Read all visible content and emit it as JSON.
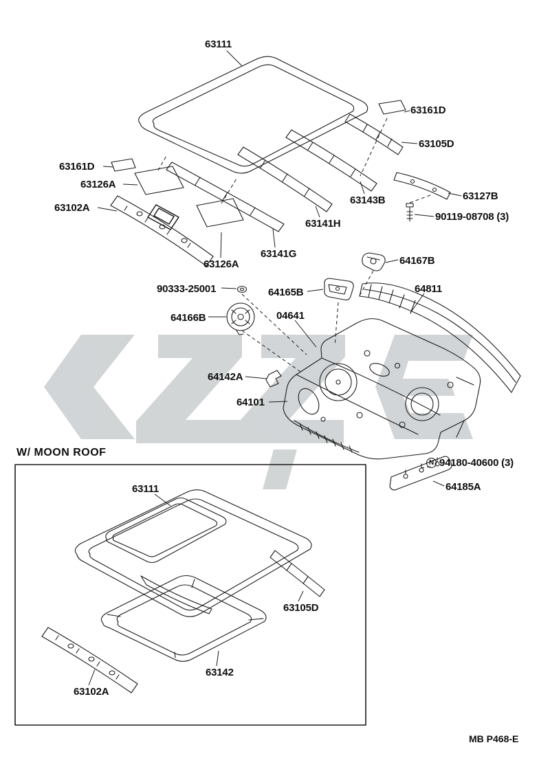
{
  "page": {
    "background": "#ffffff",
    "line_color": "#1a1a1a",
    "watermark_color": "#adb3b6",
    "footer_code": "MB P468-E"
  },
  "main_diagram": {
    "labels": {
      "roof_panel": "63111",
      "silencer_right": "63161D",
      "roof_bow_right": "63105D",
      "silencer_left": "63161D",
      "silencer_front": "63126A",
      "windshield_header": "63102A",
      "roof_side_rail": "63127B",
      "bolt": "90119-08708 (3)",
      "roof_bow_b": "63143B",
      "roof_bow_h": "63141H",
      "roof_bow_g": "63141G",
      "silencer_center": "63126A",
      "hinge_bracket": "64167B",
      "grommet": "90333-25001",
      "bracket": "64165B",
      "upper_back_trim": "64811",
      "cap": "64166B",
      "sealer": "04641",
      "clip": "64142A",
      "upper_back_panel": "64101",
      "nut_symbol": "N",
      "nut": "94180-40600 (3)",
      "reinforcement": "64185A"
    }
  },
  "moonroof": {
    "title": "W/ MOON  ROOF",
    "labels": {
      "roof_panel": "63111",
      "roof_bow": "63105D",
      "sliding_roof_housing": "63142",
      "windshield_header": "63102A"
    }
  }
}
